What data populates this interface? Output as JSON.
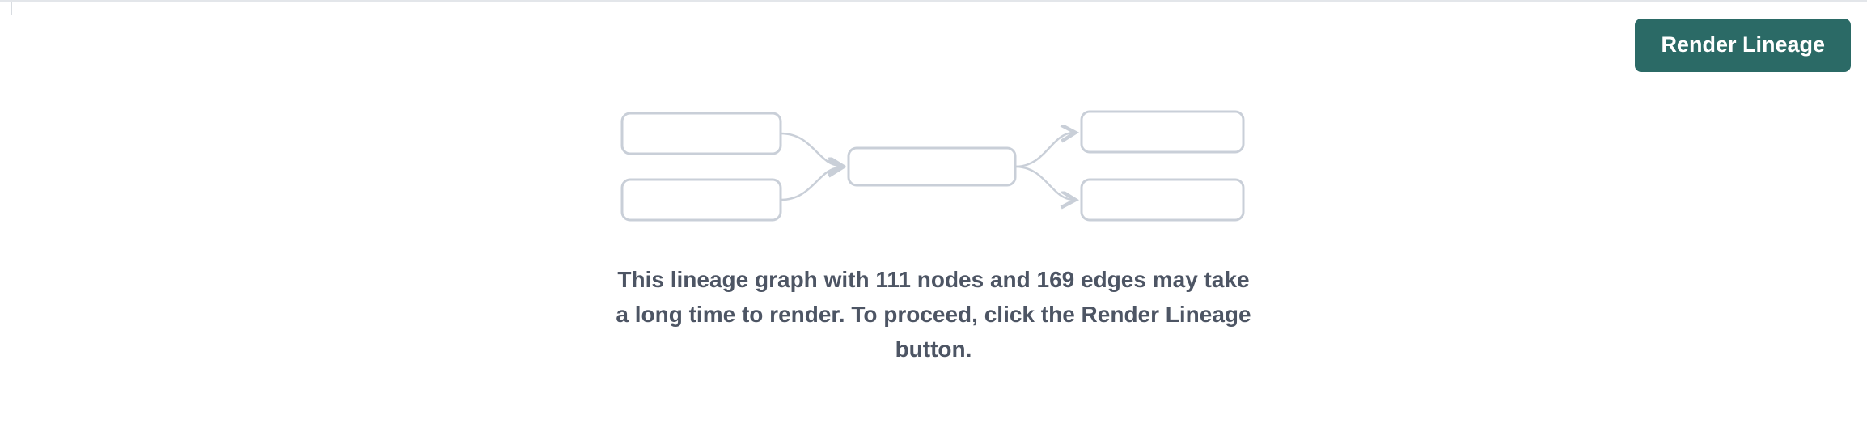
{
  "page": {
    "background": "#ffffff",
    "top_border_color": "#e3e6ea"
  },
  "toolbar": {
    "render_lineage_button": {
      "label": "Render Lineage",
      "background": "#2b6a66",
      "text_color": "#ffffff"
    }
  },
  "lineage_preview": {
    "illustration": {
      "name": "lineage-graph-placeholder",
      "node_border_color": "#c9cfd8",
      "edge_color": "#c9cfd8",
      "node_count_drawn": 5,
      "edge_count_drawn": 4
    },
    "message": {
      "full_text": "This lineage graph with 111 nodes and 169 edges may take a long time to render. To proceed, click the Render Lineage button.",
      "lines": [
        "This lineage graph with 111 nodes and 169 edges may take",
        "a long time to render. To proceed, click the Render Lineage",
        "button."
      ],
      "node_count": 111,
      "edge_count": 169,
      "text_color": "#4d5564"
    }
  }
}
